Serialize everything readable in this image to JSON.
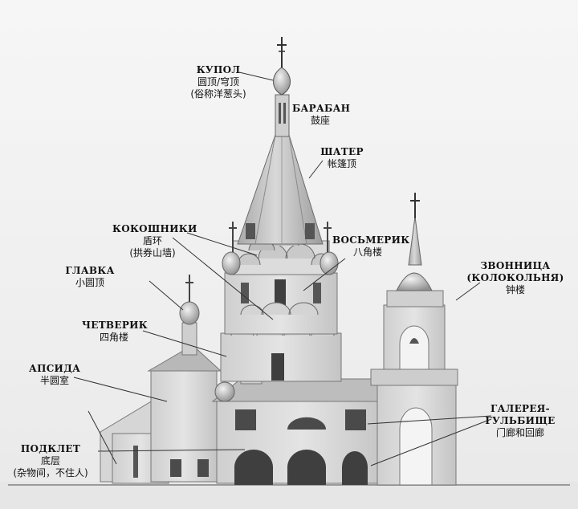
{
  "labels": {
    "kupol": {
      "ru": "КУПОЛ",
      "zh": "圆顶/穹顶",
      "zh2": "(俗称洋葱头)"
    },
    "baraban": {
      "ru": "БАРАБАН",
      "zh": "鼓座"
    },
    "shater": {
      "ru": "ШАТЕР",
      "zh": "帐篷顶"
    },
    "kokoshniki": {
      "ru": "КОКОШНИКИ",
      "zh": "盾环",
      "zh2": "(拱券山墙)"
    },
    "vosmerik": {
      "ru": "ВОСЬМЕРИК",
      "zh": "八角楼"
    },
    "zvonnitsa": {
      "ru": "ЗВОННИЦА",
      "ru2": "(КОЛОКОЛЬНЯ)",
      "zh": "钟楼"
    },
    "glavka": {
      "ru": "ГЛАВКА",
      "zh": "小圆顶"
    },
    "chetverik": {
      "ru": "ЧЕТВЕРИК",
      "zh": "四角楼"
    },
    "apsida": {
      "ru": "АПСИДА",
      "zh": "半圆室"
    },
    "galereya": {
      "ru": "ГАЛЕРЕЯ-",
      "ru2": "ГУЛЬБИЩЕ",
      "zh": "门廊和回廊"
    },
    "podklet": {
      "ru": "ПОДКЛЕТ",
      "zh": "底层",
      "zh2": "(杂物间，不住人)"
    }
  }
}
